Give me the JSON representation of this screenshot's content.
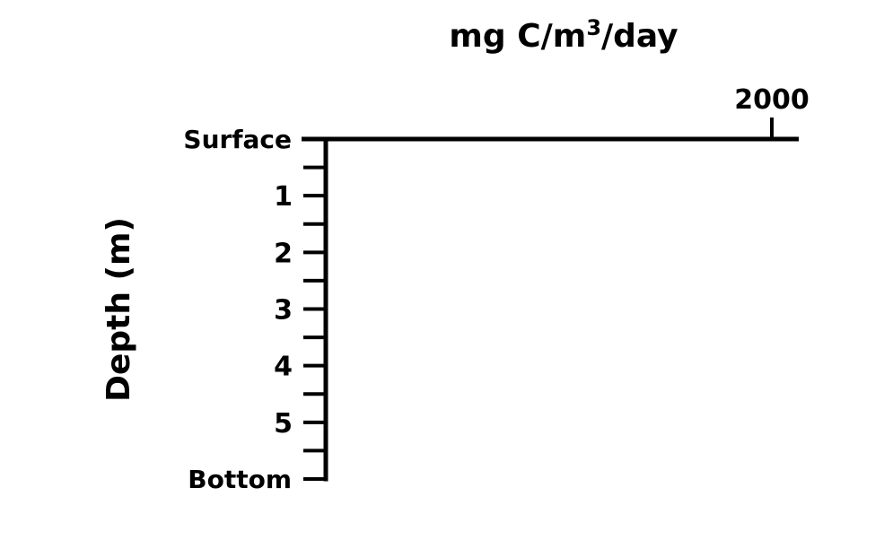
{
  "chart_data": {
    "type": "line",
    "title": "",
    "xlabel": "mg C/m",
    "xlabel_superscript": "3",
    "xlabel_suffix": "/day",
    "ylabel": "Depth (m)",
    "xlim": [
      0,
      2000
    ],
    "ylim": [
      0,
      6
    ],
    "y_inverted": true,
    "x_ticks": [
      {
        "value": 2000,
        "label": "2000"
      }
    ],
    "y_ticks": [
      {
        "value": 0,
        "label": "Surface"
      },
      {
        "value": 0.5,
        "label": ""
      },
      {
        "value": 1,
        "label": "1"
      },
      {
        "value": 1.5,
        "label": ""
      },
      {
        "value": 2,
        "label": "2"
      },
      {
        "value": 2.5,
        "label": ""
      },
      {
        "value": 3,
        "label": "3"
      },
      {
        "value": 3.5,
        "label": ""
      },
      {
        "value": 4,
        "label": "4"
      },
      {
        "value": 4.5,
        "label": ""
      },
      {
        "value": 5,
        "label": "5"
      },
      {
        "value": 5.5,
        "label": ""
      },
      {
        "value": 6,
        "label": "Bottom"
      }
    ],
    "series": [],
    "grid": false,
    "colors": {
      "axis": "#000000",
      "background": "#ffffff"
    }
  }
}
